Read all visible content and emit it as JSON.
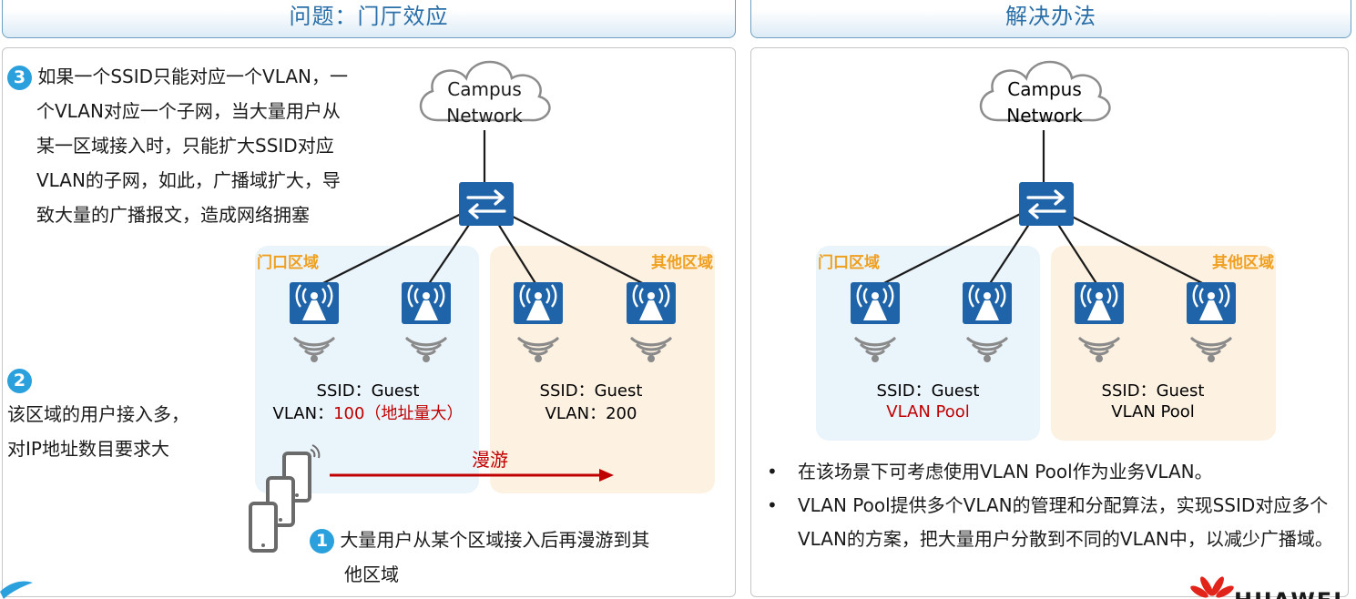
{
  "left_header": "问题：门厅效应",
  "right_header": "解决办法",
  "cloud_label": [
    "Campus",
    "Network"
  ],
  "zones": {
    "door": "门口区域",
    "other": "其他区域"
  },
  "step3": {
    "badge": "3",
    "lines": [
      "如果一个SSID只能对应一个VLAN，一",
      "个VLAN对应一个子网，当大量用户从",
      "某一区域接入时，只能扩大SSID对应",
      "VLAN的子网，如此，广播域扩大，导",
      "致大量的广播报文，造成网络拥塞"
    ]
  },
  "step2": {
    "badge": "2",
    "lines": [
      "该区域的用户接入多，",
      "对IP地址数目要求大"
    ]
  },
  "step1": {
    "badge": "1",
    "lines": [
      "大量用户从某个区域接入后再漫游到其",
      "他区域"
    ]
  },
  "left_ssid": {
    "a_ssid": "SSID：Guest",
    "a_vlan_prefix": "VLAN：",
    "a_vlan_value": "100（地址量大）",
    "b_ssid": "SSID：Guest",
    "b_vlan": "VLAN：200"
  },
  "roam_label": "漫游",
  "right_ssid": {
    "a_ssid": "SSID：Guest",
    "a_vlan": "VLAN Pool",
    "b_ssid": "SSID：Guest",
    "b_vlan": "VLAN Pool"
  },
  "bullets": [
    "在该场景下可考虑使用VLAN Pool作为业务VLAN。",
    "VLAN Pool提供多个VLAN的管理和分配算法，实现SSID对应多个VLAN的方案，把大量用户分散到不同的VLAN中，以减少广播域。"
  ],
  "brand": "HUAWEI",
  "colors": {
    "accent_blue": "#1f64a8",
    "header_text": "#2a6fa8",
    "zone_label": "#f0a020",
    "red": "#c00000",
    "door_zone_bg": "#eaf4fb",
    "other_zone_bg": "#fdf1e1"
  }
}
